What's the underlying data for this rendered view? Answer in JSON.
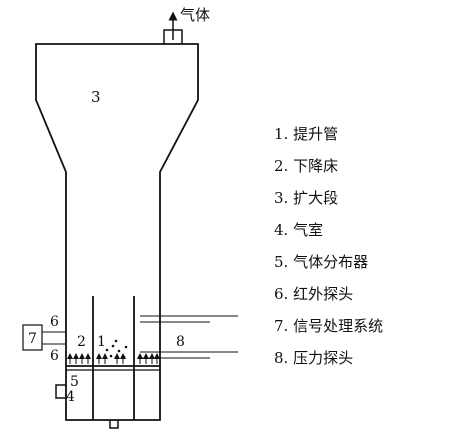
{
  "diagram": {
    "gas_outlet_label": "气体",
    "callouts": {
      "riser": "1",
      "downcomer": "2",
      "expansion": "3",
      "plenum": "4",
      "distributor": "5",
      "infrared_probe_upper": "6",
      "infrared_probe_lower": "6",
      "signal_processor": "7",
      "pressure_probe": "8"
    }
  },
  "legend": {
    "items": [
      {
        "number": "1.",
        "label": "提升管"
      },
      {
        "number": "2.",
        "label": "下降床"
      },
      {
        "number": "3.",
        "label": "扩大段"
      },
      {
        "number": "4.",
        "label": "气室"
      },
      {
        "number": "5.",
        "label": "气体分布器"
      },
      {
        "number": "6.",
        "label": "红外探头"
      },
      {
        "number": "7.",
        "label": "信号处理系统"
      },
      {
        "number": "8.",
        "label": "压力探头"
      }
    ]
  }
}
